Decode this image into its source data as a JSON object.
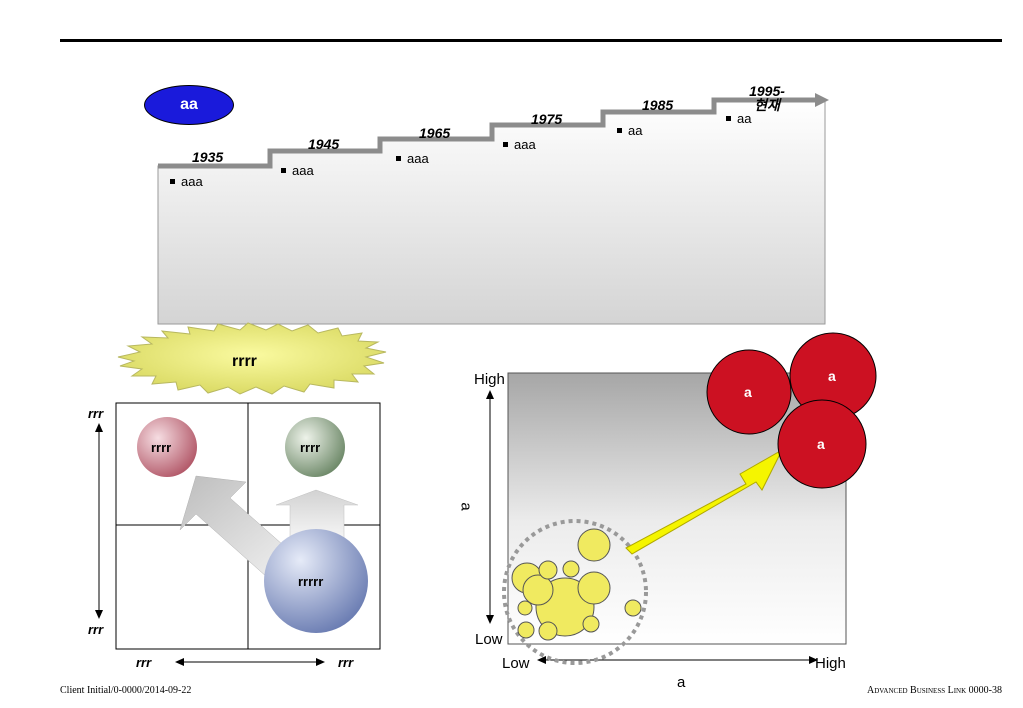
{
  "header": {
    "badge_label": "aa"
  },
  "timeline": {
    "steps": [
      {
        "year": "1935",
        "item": "aaa"
      },
      {
        "year": "1945",
        "item": "aaa"
      },
      {
        "year": "1965",
        "item": "aaa"
      },
      {
        "year": "1975",
        "item": "aaa"
      },
      {
        "year": "1985",
        "item": "aa"
      },
      {
        "year_line1": "1995-",
        "year_line2": "현재",
        "item": "aa"
      }
    ]
  },
  "matrix": {
    "title": "rrrr",
    "y_top_label": "rrr",
    "y_bottom_label": "rrr",
    "x_left_label": "rrr",
    "x_right_label": "rrr",
    "balls": [
      {
        "label": "rrrr",
        "color": "#c47a86"
      },
      {
        "label": "rrrr",
        "color": "#8fa48a"
      },
      {
        "label": "rrrrr",
        "color": "#8898c8"
      }
    ]
  },
  "bubble_chart": {
    "y_high": "High",
    "y_low": "Low",
    "y_axis_title": "a",
    "x_low": "Low",
    "x_high": "High",
    "x_axis_title": "a",
    "red_circles": [
      {
        "label": "a"
      },
      {
        "label": "a"
      },
      {
        "label": "a"
      }
    ],
    "colors": {
      "red": "#cc1122",
      "yellow": "#f0ea60",
      "arrow": "#f5f500"
    }
  },
  "footer": {
    "left": "Client Initial/0-0000/2014-09-22",
    "right": "Advanced Business Link  0000-38"
  }
}
